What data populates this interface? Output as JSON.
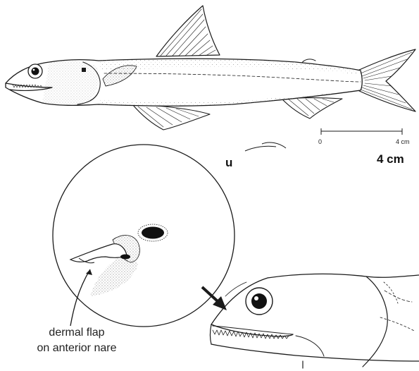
{
  "scale_bar": {
    "start_label": "0",
    "end_label": "4 cm"
  },
  "cropped_scale_text": {
    "start": "u",
    "end": "4 cm"
  },
  "callout": {
    "line1": "dermal flap",
    "line2": "on anterior nare"
  },
  "colors": {
    "ink": "#1a1a1a",
    "paper": "#ffffff",
    "stipple": "#777777"
  }
}
